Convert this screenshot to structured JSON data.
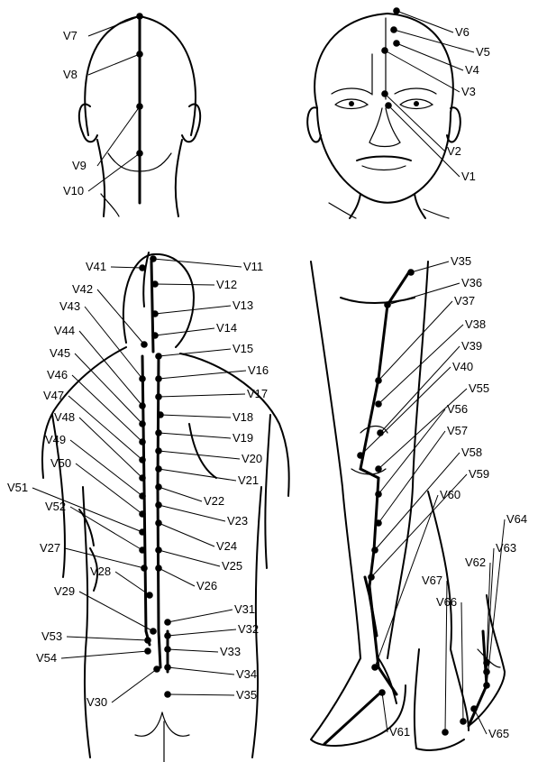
{
  "points": [
    {
      "id": "V1",
      "label": "V1"
    },
    {
      "id": "V2",
      "label": "V2"
    },
    {
      "id": "V3",
      "label": "V3"
    },
    {
      "id": "V4",
      "label": "V4"
    },
    {
      "id": "V5",
      "label": "V5"
    },
    {
      "id": "V6",
      "label": "V6"
    },
    {
      "id": "V7",
      "label": "V7"
    },
    {
      "id": "V8",
      "label": "V8"
    },
    {
      "id": "V9",
      "label": "V9"
    },
    {
      "id": "V10",
      "label": "V10"
    },
    {
      "id": "V11",
      "label": "V11"
    },
    {
      "id": "V12",
      "label": "V12"
    },
    {
      "id": "V13",
      "label": "V13"
    },
    {
      "id": "V14",
      "label": "V14"
    },
    {
      "id": "V15",
      "label": "V15"
    },
    {
      "id": "V16",
      "label": "V16"
    },
    {
      "id": "V17",
      "label": "V17"
    },
    {
      "id": "V18",
      "label": "V18"
    },
    {
      "id": "V19",
      "label": "V19"
    },
    {
      "id": "V20",
      "label": "V20"
    },
    {
      "id": "V21",
      "label": "V21"
    },
    {
      "id": "V22",
      "label": "V22"
    },
    {
      "id": "V23",
      "label": "V23"
    },
    {
      "id": "V24",
      "label": "V24"
    },
    {
      "id": "V25",
      "label": "V25"
    },
    {
      "id": "V26",
      "label": "V26"
    },
    {
      "id": "V27",
      "label": "V27"
    },
    {
      "id": "V28",
      "label": "V28"
    },
    {
      "id": "V29",
      "label": "V29"
    },
    {
      "id": "V30",
      "label": "V30"
    },
    {
      "id": "V31",
      "label": "V31"
    },
    {
      "id": "V32",
      "label": "V32"
    },
    {
      "id": "V33",
      "label": "V33"
    },
    {
      "id": "V34",
      "label": "V34"
    },
    {
      "id": "V35a",
      "label": "V35"
    },
    {
      "id": "V41",
      "label": "V41"
    },
    {
      "id": "V42",
      "label": "V42"
    },
    {
      "id": "V43",
      "label": "V43"
    },
    {
      "id": "V44",
      "label": "V44"
    },
    {
      "id": "V45",
      "label": "V45"
    },
    {
      "id": "V46",
      "label": "V46"
    },
    {
      "id": "V47",
      "label": "V47"
    },
    {
      "id": "V48",
      "label": "V48"
    },
    {
      "id": "V49",
      "label": "V49"
    },
    {
      "id": "V50",
      "label": "V50"
    },
    {
      "id": "V51",
      "label": "V51"
    },
    {
      "id": "V52",
      "label": "V52"
    },
    {
      "id": "V53",
      "label": "V53"
    },
    {
      "id": "V54",
      "label": "V54"
    },
    {
      "id": "V35b",
      "label": "V35"
    },
    {
      "id": "V36",
      "label": "V36"
    },
    {
      "id": "V37",
      "label": "V37"
    },
    {
      "id": "V38",
      "label": "V38"
    },
    {
      "id": "V39",
      "label": "V39"
    },
    {
      "id": "V40",
      "label": "V40"
    },
    {
      "id": "V55",
      "label": "V55"
    },
    {
      "id": "V56",
      "label": "V56"
    },
    {
      "id": "V57",
      "label": "V57"
    },
    {
      "id": "V58",
      "label": "V58"
    },
    {
      "id": "V59",
      "label": "V59"
    },
    {
      "id": "V60",
      "label": "V60"
    },
    {
      "id": "V61",
      "label": "V61"
    },
    {
      "id": "V62",
      "label": "V62"
    },
    {
      "id": "V63",
      "label": "V63"
    },
    {
      "id": "V64",
      "label": "V64"
    },
    {
      "id": "V65",
      "label": "V65"
    },
    {
      "id": "V66",
      "label": "V66"
    },
    {
      "id": "V67",
      "label": "V67"
    }
  ]
}
